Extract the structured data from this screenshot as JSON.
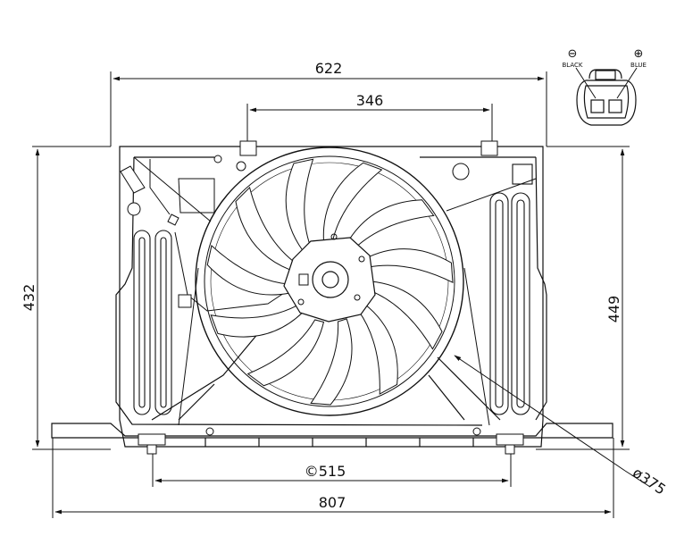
{
  "dimensions": {
    "shroud_width": "622",
    "motor_spacing": "346",
    "height_left": "432",
    "height_right": "449",
    "mount_spacing": "©515",
    "overall_width": "807",
    "fan_diameter": "ø375"
  },
  "connector": {
    "minus_symbol": "⊖",
    "plus_symbol": "⊕",
    "minus_label": "BLACK",
    "plus_label": "BLUE"
  }
}
